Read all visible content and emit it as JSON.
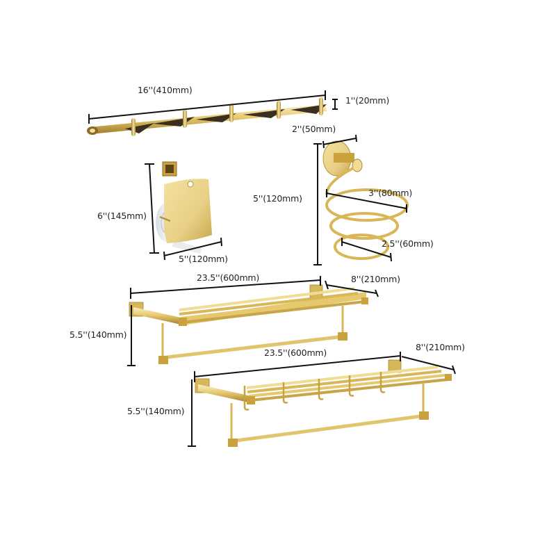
{
  "colors": {
    "background": "#ffffff",
    "gold_light": "#f6e6a8",
    "gold_mid": "#e2c26a",
    "gold_dark": "#a8842c",
    "gold_shadow": "#6b5420",
    "dimension_line": "#111111",
    "text": "#222222"
  },
  "products": [
    {
      "name": "Robe Hook Rail",
      "hooks": 5,
      "dimensions": {
        "length": "16''(410mm)",
        "height": "1''(20mm)"
      }
    },
    {
      "name": "Toilet Paper Holder",
      "dimensions": {
        "height": "6''(145mm)",
        "width": "5''(120mm)"
      }
    },
    {
      "name": "Hair Dryer Holder",
      "dimensions": {
        "base": "2''(50mm)",
        "height": "5''(120mm)",
        "top_diameter": "3''(80mm)",
        "bottom_diameter": "2.5''(60mm)"
      }
    },
    {
      "name": "Towel Rack",
      "dimensions": {
        "length": "23.5''(600mm)",
        "depth": "8''(210mm)",
        "height": "5.5''(140mm)"
      }
    },
    {
      "name": "Towel Rack with Hooks",
      "hooks": 5,
      "dimensions": {
        "length": "23.5''(600mm)",
        "depth": "8''(210mm)",
        "height": "5.5''(140mm)"
      }
    }
  ]
}
